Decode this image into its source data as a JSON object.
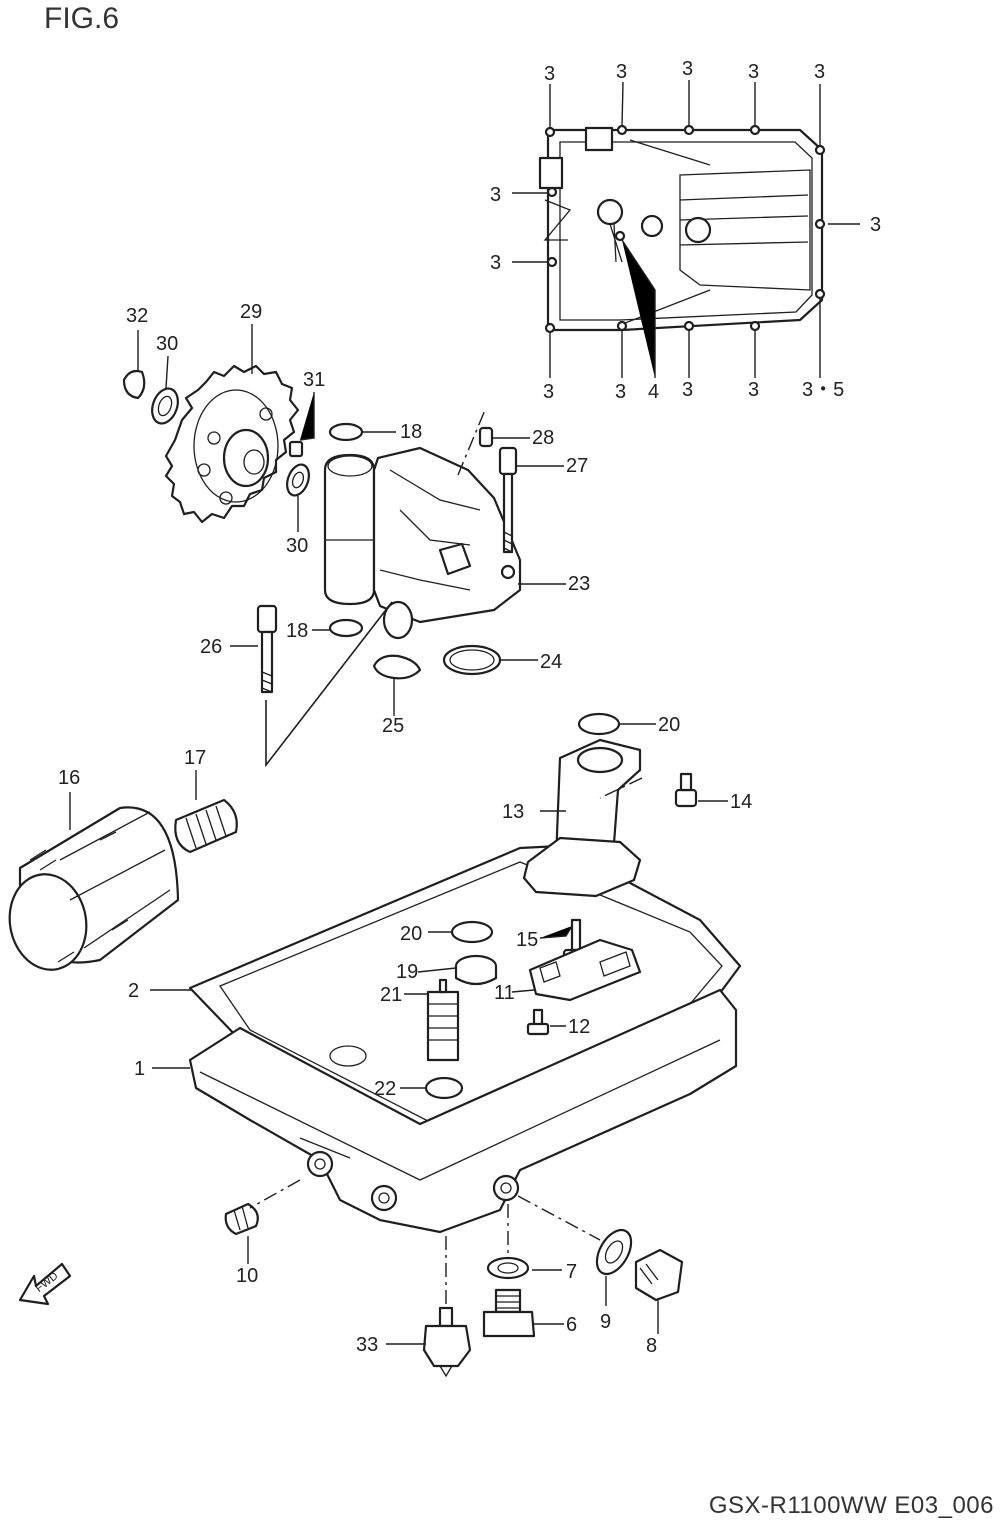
{
  "figure": {
    "title": "FIG.6",
    "footer_code": "GSX-R1100WW  E03_006",
    "fwd_label": "FWD"
  },
  "callouts": {
    "c3_a": "3",
    "c3_b": "3",
    "c3_c": "3",
    "c3_d": "3",
    "c3_e": "3",
    "c3_f": "3",
    "c3_g": "3",
    "c3_h": "3",
    "c3_i": "3",
    "c3_j": "3",
    "c3_k": "3",
    "c3_l": "3",
    "c3_5": "3・5",
    "c4": "4",
    "c32": "32",
    "c29": "29",
    "c30_top": "30",
    "c31": "31",
    "c30_low": "30",
    "c18_top": "18",
    "c28": "28",
    "c27": "27",
    "c23": "23",
    "c26": "26",
    "c18_low": "18",
    "c24": "24",
    "c25": "25",
    "c20_top": "20",
    "c17": "17",
    "c16": "16",
    "c13": "13",
    "c14": "14",
    "c20_low": "20",
    "c15": "15",
    "c19": "19",
    "c2": "2",
    "c21": "21",
    "c11": "11",
    "c12": "12",
    "c1": "1",
    "c22": "22",
    "c10": "10",
    "c7": "7",
    "c9": "9",
    "c6": "6",
    "c8": "8",
    "c33": "33"
  }
}
